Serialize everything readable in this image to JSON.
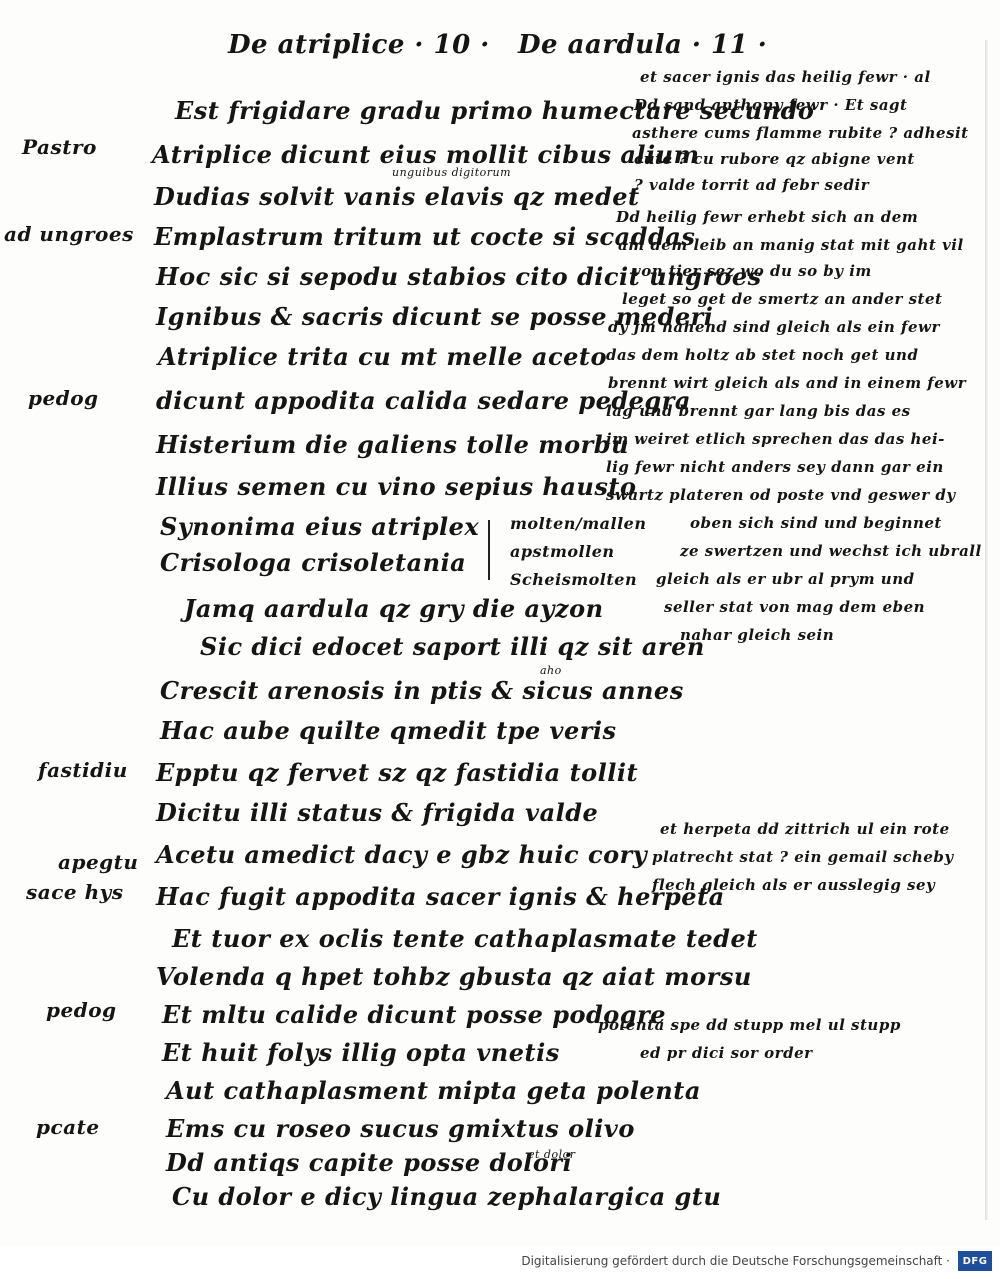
{
  "header": {
    "left": "De atriplice · 10 ·",
    "right": "De aardula · 11 ·"
  },
  "left_margin": {
    "m1": "Pastro",
    "m2": "ad ungroes",
    "m3": "pedog",
    "m4": "fastidiu",
    "m5": "apegtu",
    "m6": "sace hys",
    "m7": "pedog",
    "m8": "pcate"
  },
  "main_lines": {
    "l1": "Est frigidare gradu primo humectare secundo",
    "l2": "Atriplice dicunt eius mollit cibus alium",
    "l3": "Dudias solvit vanis elavis qz medet",
    "l4": "Emplastrum tritum ut cocte si scaddas",
    "l5": "Hoc sic si sepodu stabios cito dicit ungroes",
    "l6": "Ignibus & sacris dicunt se posse mederi",
    "l7": "Atriplice trita cu mt melle aceto",
    "l8": "dicunt appodita calida sedare pedegra",
    "l9": "Histerium die galiens tolle morbu",
    "l10": "Illius semen cu vino sepius hausto",
    "l11": "Synonima eius atriplex",
    "l12": "Crisologa crisoletania",
    "l13": "Jamq aardula qz gry die ayzon",
    "l14": "Sic dici edocet saport illi qz sit aren",
    "l15": "Crescit arenosis in ptis & sicus annes",
    "l16": "Hac aube quilte qmedit tpe veris",
    "l17": "Epptu qz fervet sz qz fastidia tollit",
    "l18": "Dicitu illi status & frigida valde",
    "l19": "Acetu amedict dacy e gbz huic cory",
    "l20": "Hac fugit appodita sacer ignis & herpeta",
    "l21": "Et tuor ex oclis tente cathaplasmate tedet",
    "l22": "Volenda q hpet tohbz gbusta qz aiat morsu",
    "l23": "Et mltu calide dicunt posse podogre",
    "l24": "Et huit folys illig opta vnetis",
    "l25": "Aut cathaplasment mipta geta polenta",
    "l26": "Ems cu roseo sucus gmixtus olivo",
    "l27": "Dd antiqs capite posse dolori",
    "l28": "Cu dolor e dicy lingua zephalargica gtu"
  },
  "glosses": {
    "g1": "unguibus digitorum",
    "g2": "aho",
    "g3": "et dolor"
  },
  "synonyms": {
    "s1": "molten/mallen",
    "s2": "apstmollen",
    "s3": "Scheismolten"
  },
  "right_margin": {
    "r1": "et sacer ignis das heilig fewr · al",
    "r2": "Dd sand anthony fewr · Et sagt",
    "r3": "asthere cums flamme rubite ? adhesit",
    "r4": "cute ? cu rubore qz abigne vent",
    "r5": "? valde torrit ad febr sedir",
    "r6": "Dd heilig fewr erhebt sich an dem",
    "r7": "am dem leib an manig stat mit gaht vil",
    "r8": "von tier sez wo du so by im",
    "r9": "leget so get de smertz an ander stet",
    "r10": "dy jm nahend sind gleich als ein fewr",
    "r11": "das dem holtz ab stet noch get und",
    "r12": "brennt wirt gleich als and in einem fewr",
    "r13": "lag und brennt gar lang bis das es",
    "r14": "im weiret etlich sprechen das das hei-",
    "r15": "lig fewr nicht anders sey dann gar ein",
    "r16": "swartz plateren od poste vnd geswer dy",
    "r17": "oben sich sind und beginnet",
    "r18": "ze swertzen und wechst ich ubrall",
    "r19": "gleich als er ubr al prym und",
    "r20": "seller stat von mag dem eben",
    "r21": "nahar gleich sein",
    "r22": "et herpeta dd zittrich ul ein rote",
    "r23": "platrecht stat ? ein gemail scheby",
    "r24": "flech gleich als er ausslegig sey",
    "r25": "polenta spe dd stupp mel ul stupp",
    "r26": "ed pr dici sor order"
  },
  "footer": {
    "credit": "Digitalisierung gefördert durch die Deutsche Forschungsgemeinschaft ·",
    "logo": "DFG"
  },
  "colors": {
    "ink": "#151515",
    "paper": "#fdfdfb",
    "logo_blue": "#1f4e9a"
  }
}
